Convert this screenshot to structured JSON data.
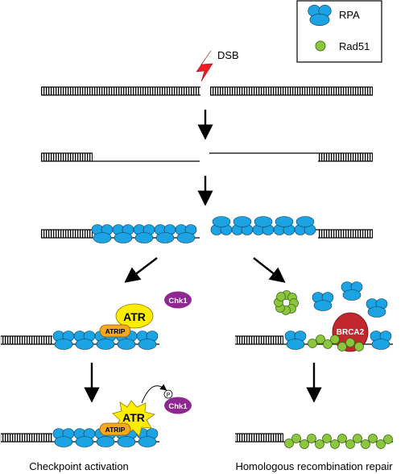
{
  "legend": {
    "rpa_label": "RPA",
    "rad51_label": "Rad51"
  },
  "dsb_label": "DSB",
  "proteins": {
    "atr": "ATR",
    "atrip": "ATRIP",
    "chk1": "Chk1",
    "brca2": "BRCA2",
    "phospho": "P"
  },
  "captions": {
    "left": "Checkpoint activation",
    "right": "Homologous recombination repair"
  },
  "colors": {
    "rpa": "#1ba3e3",
    "rad51": "#8cc63f",
    "atr": "#ffed00",
    "atrip": "#f7a823",
    "chk1": "#8e278f",
    "brca2": "#c1272d",
    "dsb": "#ed1c24"
  }
}
